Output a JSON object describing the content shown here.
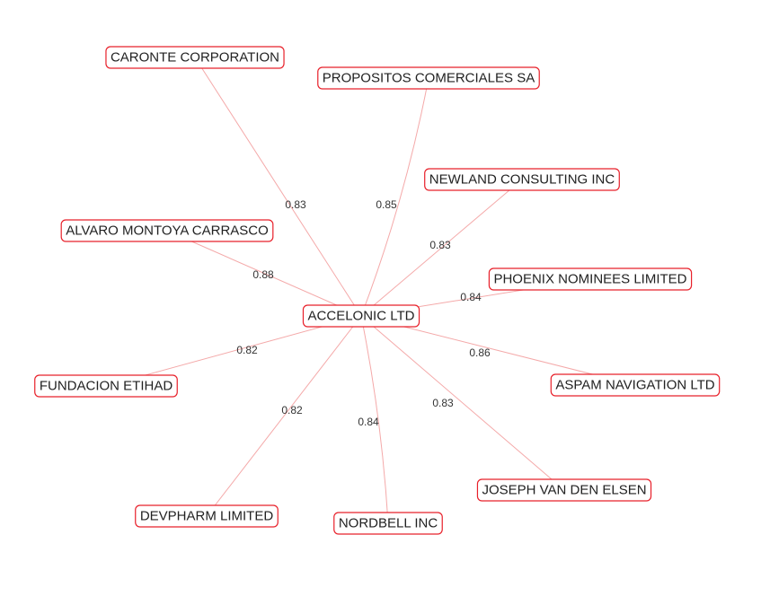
{
  "graph": {
    "center": {
      "label": "ACCELONIC LTD"
    },
    "nodes": [
      {
        "id": "caronte",
        "label": "CARONTE CORPORATION",
        "score": "0.83"
      },
      {
        "id": "propositos",
        "label": "PROPOSITOS COMERCIALES SA",
        "score": "0.85"
      },
      {
        "id": "newland",
        "label": "NEWLAND CONSULTING INC",
        "score": "0.83"
      },
      {
        "id": "alvaro",
        "label": "ALVARO MONTOYA CARRASCO",
        "score": "0.88"
      },
      {
        "id": "phoenix",
        "label": "PHOENIX NOMINEES LIMITED",
        "score": "0.84"
      },
      {
        "id": "fundacion",
        "label": "FUNDACION ETIHAD",
        "score": "0.82"
      },
      {
        "id": "aspam",
        "label": "ASPAM NAVIGATION LTD",
        "score": "0.86"
      },
      {
        "id": "joseph",
        "label": "JOSEPH VAN DEN ELSEN",
        "score": "0.83"
      },
      {
        "id": "devpharm",
        "label": "DEVPHARM LIMITED",
        "score": "0.82"
      },
      {
        "id": "nordbell",
        "label": "NORDBELL INC",
        "score": "0.84"
      }
    ]
  },
  "colors": {
    "node_border": "#e8202a",
    "edge": "#f4a9a9",
    "text": "#222222"
  }
}
